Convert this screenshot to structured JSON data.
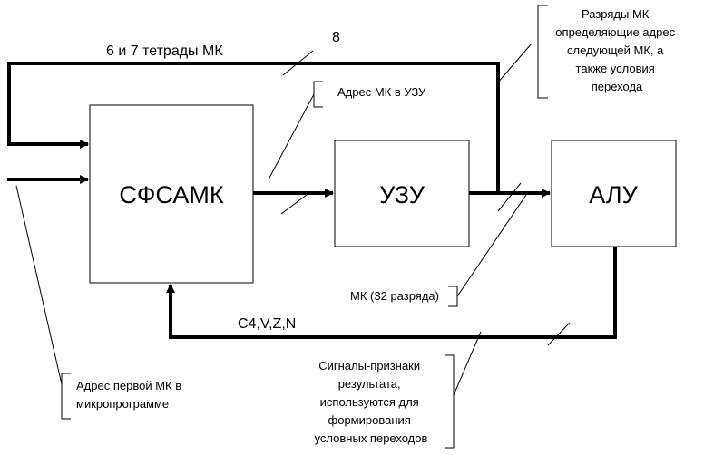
{
  "colors": {
    "line": "#000000",
    "background": "#ffffff"
  },
  "blocks": {
    "sfsamk": "СФСАМК",
    "uzu": "УЗУ",
    "alu": "АЛУ"
  },
  "bus_labels": {
    "tetrads": "6 и 7 тетрады МК",
    "width": "8",
    "flags": "C4,V,Z,N"
  },
  "notes": {
    "next_address": [
      "Разряды МК",
      "определяющие адрес",
      "следующей МК, а",
      "также условия",
      "перехода"
    ],
    "mk_address": "Адрес МК в УЗУ",
    "mk_width": "МК (32 разряда)",
    "first_address": [
      "Адрес первой МК в",
      "микропрограмме"
    ],
    "result_flags": [
      "Сигналы-признаки",
      "результата,",
      "используются для",
      "формирования",
      "условных переходов"
    ]
  }
}
